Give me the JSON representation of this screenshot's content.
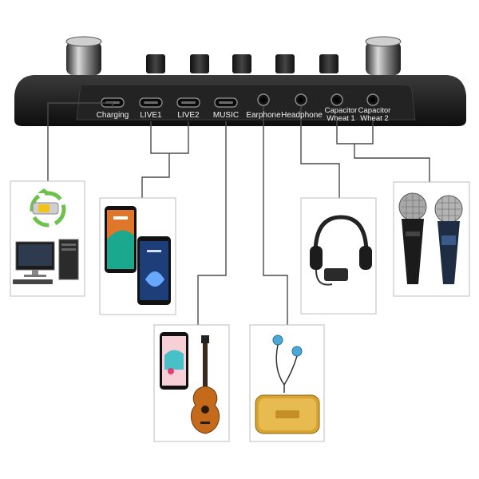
{
  "device": {
    "ports": [
      {
        "label": "Charging",
        "type": "usb-c"
      },
      {
        "label": "LIVE1",
        "type": "usb-c"
      },
      {
        "label": "LIVE2",
        "type": "usb-c"
      },
      {
        "label": "MUSIC",
        "type": "usb-c"
      },
      {
        "label": "Earphone",
        "type": "jack"
      },
      {
        "label": "Headphone",
        "type": "jack"
      },
      {
        "label": "Capacitor Wheat 1",
        "type": "jack"
      },
      {
        "label": "Capacitor Wheat 2",
        "type": "jack"
      }
    ]
  },
  "boxes": [
    {
      "content": "charger-and-desktop-computer-icon"
    },
    {
      "content": "two-smartphones-icon"
    },
    {
      "content": "smartphone-and-guitar-icon"
    },
    {
      "content": "earphones-and-speaker-icon"
    },
    {
      "content": "headphones-icon"
    },
    {
      "content": "two-microphones-icon"
    }
  ],
  "colors": {
    "device_body": "#1a1a1a",
    "device_panel": "#2a2a2a",
    "label_text": "#f2f2f2",
    "connector_line": "#4a4a4a",
    "box_border": "#bdbdbd"
  }
}
